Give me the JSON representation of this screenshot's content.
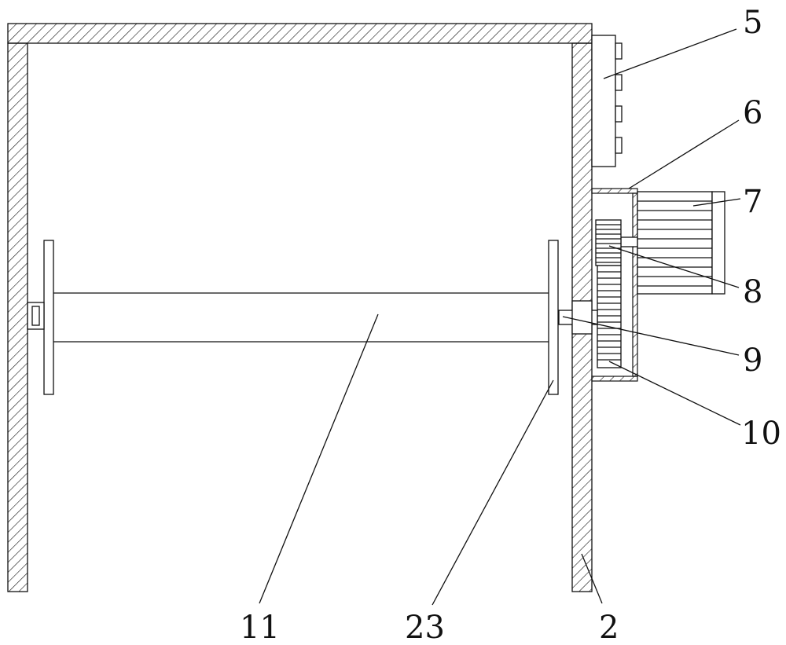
{
  "figure": {
    "callouts": [
      {
        "id": "c5",
        "text": "5"
      },
      {
        "id": "c6",
        "text": "6"
      },
      {
        "id": "c7",
        "text": "7"
      },
      {
        "id": "c8",
        "text": "8"
      },
      {
        "id": "c9",
        "text": "9"
      },
      {
        "id": "c10",
        "text": "10"
      },
      {
        "id": "c11",
        "text": "11"
      },
      {
        "id": "c23",
        "text": "23"
      },
      {
        "id": "c2",
        "text": "2"
      }
    ],
    "colors": {
      "line": "#111111",
      "background": "#ffffff",
      "hatch": "#111111"
    }
  }
}
